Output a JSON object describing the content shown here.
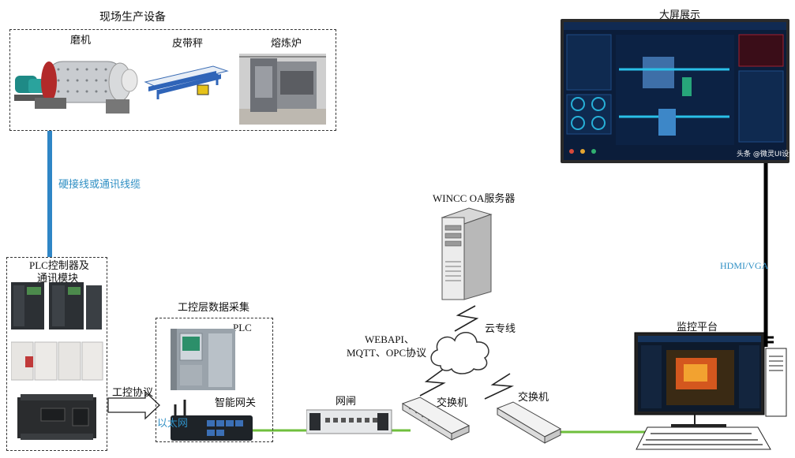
{
  "field": {
    "title": "现场生产设备",
    "mill": "磨机",
    "belt_scale": "皮带秤",
    "furnace": "熔炼炉"
  },
  "link_cable": "硬接线或通讯线缆",
  "plc_group": {
    "title_line1": "PLC控制器及",
    "title_line2": "通讯模块"
  },
  "industrial_protocol": "工控协议",
  "acquisition": {
    "title": "工控层数据采集",
    "plc": "PLC",
    "gateway": "智能网关",
    "ethernet": "以太网"
  },
  "gatekeeper": "网闸",
  "switch1": "交换机",
  "switch2": "交换机",
  "server": {
    "title": "WINCC OA服务器"
  },
  "protocols_line1": "WEBAPI、",
  "protocols_line2": "MQTT、OPC协议",
  "cloud_line": "云专线",
  "big_screen": {
    "title": "大屏展示",
    "watermark": "头条 @微灵UI设计"
  },
  "hdmi": "HDMI/VGA",
  "monitor": {
    "title": "监控平台"
  },
  "colors": {
    "cable_blue": "#2f86c6",
    "green_link": "#6fbf3c",
    "screen_bg": "#0b1d3a",
    "accent": "#2f8fc4"
  }
}
